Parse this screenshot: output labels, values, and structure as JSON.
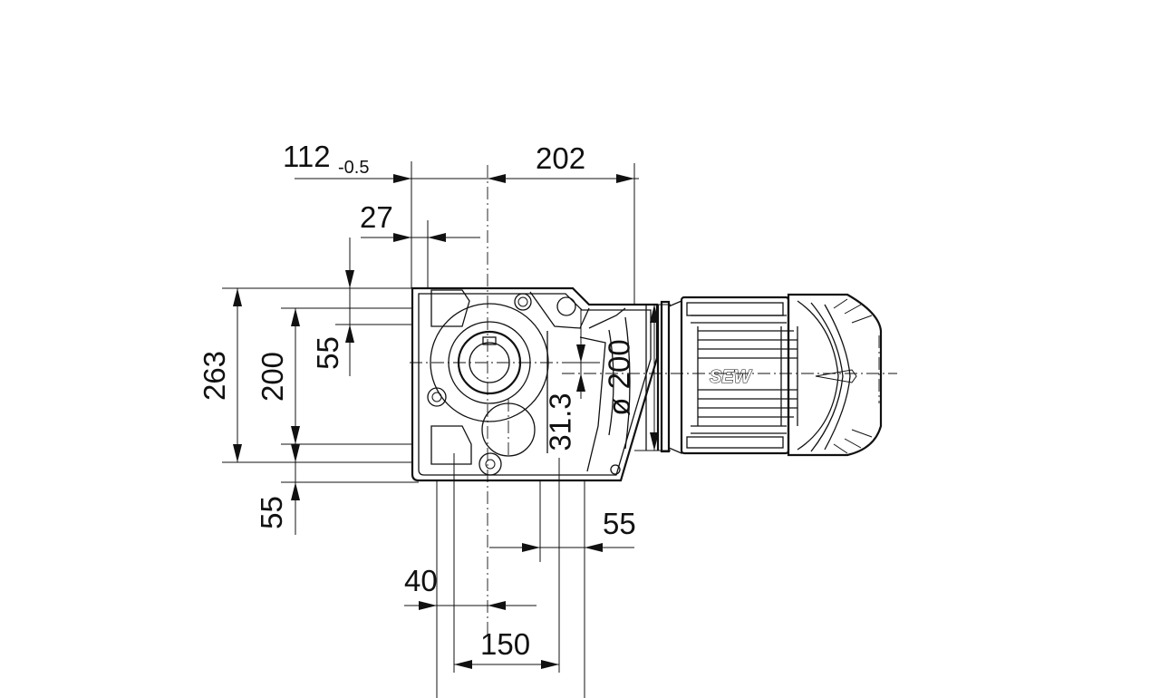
{
  "drawing": {
    "logo": "SEW",
    "dimensions": {
      "d112": "112",
      "d112_tolerance": "-0.5",
      "d202": "202",
      "d27": "27",
      "d263": "263",
      "d200_height": "200",
      "d55_upper": "55",
      "d200_flange": "ø 200",
      "d31_3": "31.3",
      "d55_lower_left": "55",
      "d55_lower_right": "55",
      "d40": "40",
      "d150": "150"
    }
  }
}
